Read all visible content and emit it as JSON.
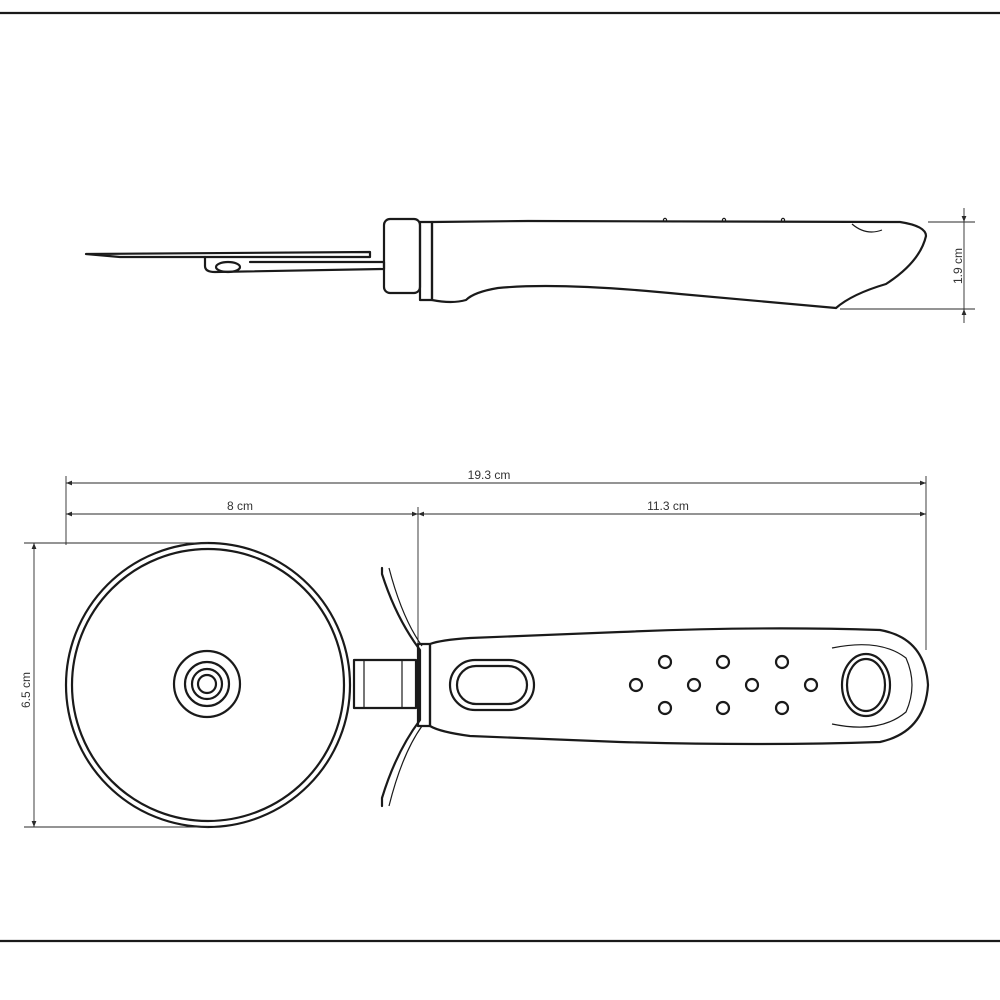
{
  "dimensions": {
    "total_length": "19.3 cm",
    "wheel_part_length": "8 cm",
    "handle_length": "11.3 cm",
    "wheel_diameter": "6.5 cm",
    "side_thickness": "1.9 cm"
  },
  "colors": {
    "line": "#1a1a1a",
    "background": "#ffffff"
  }
}
